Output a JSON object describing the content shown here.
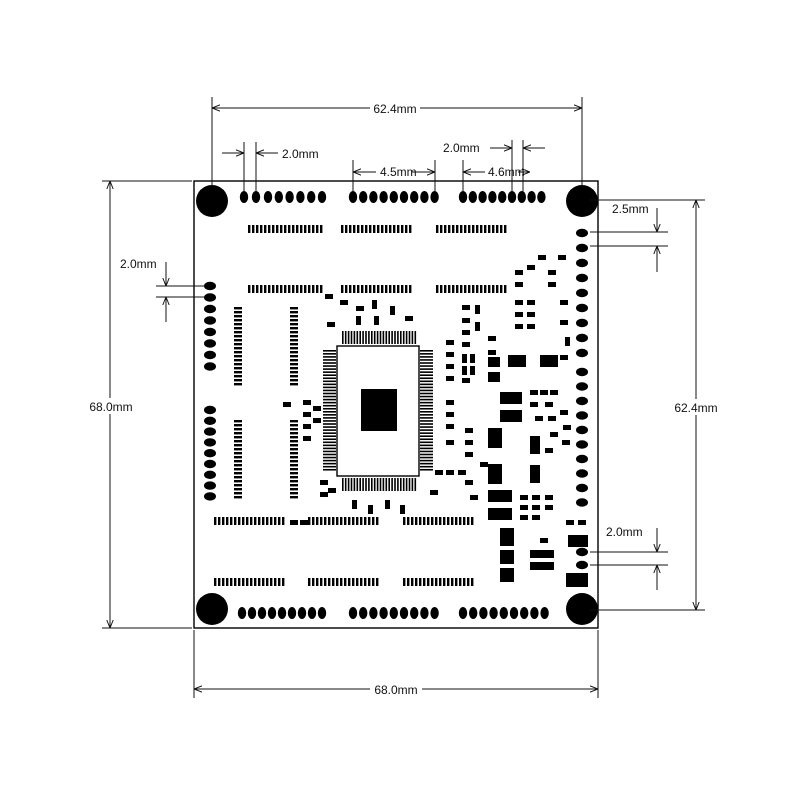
{
  "drawing": {
    "board_width": "68.0mm",
    "board_height": "68.0mm",
    "hole_pitch_h": "62.4mm",
    "hole_pitch_v": "62.4mm",
    "pin_pitch_top_left": "2.0mm",
    "pin_pitch_top_mid_1": "2.0mm",
    "pin_gap_top_mid": "4.5mm",
    "pin_gap_top_right": "4.6mm",
    "pin_pitch_left": "2.0mm",
    "pin_pitch_right_top": "2.5mm",
    "pin_pitch_right_bottom": "2.0mm"
  },
  "colors": {
    "ink": "#000000",
    "paper": "#ffffff"
  },
  "icons": [
    "mounting-hole-icon",
    "dimension-arrow-icon"
  ]
}
